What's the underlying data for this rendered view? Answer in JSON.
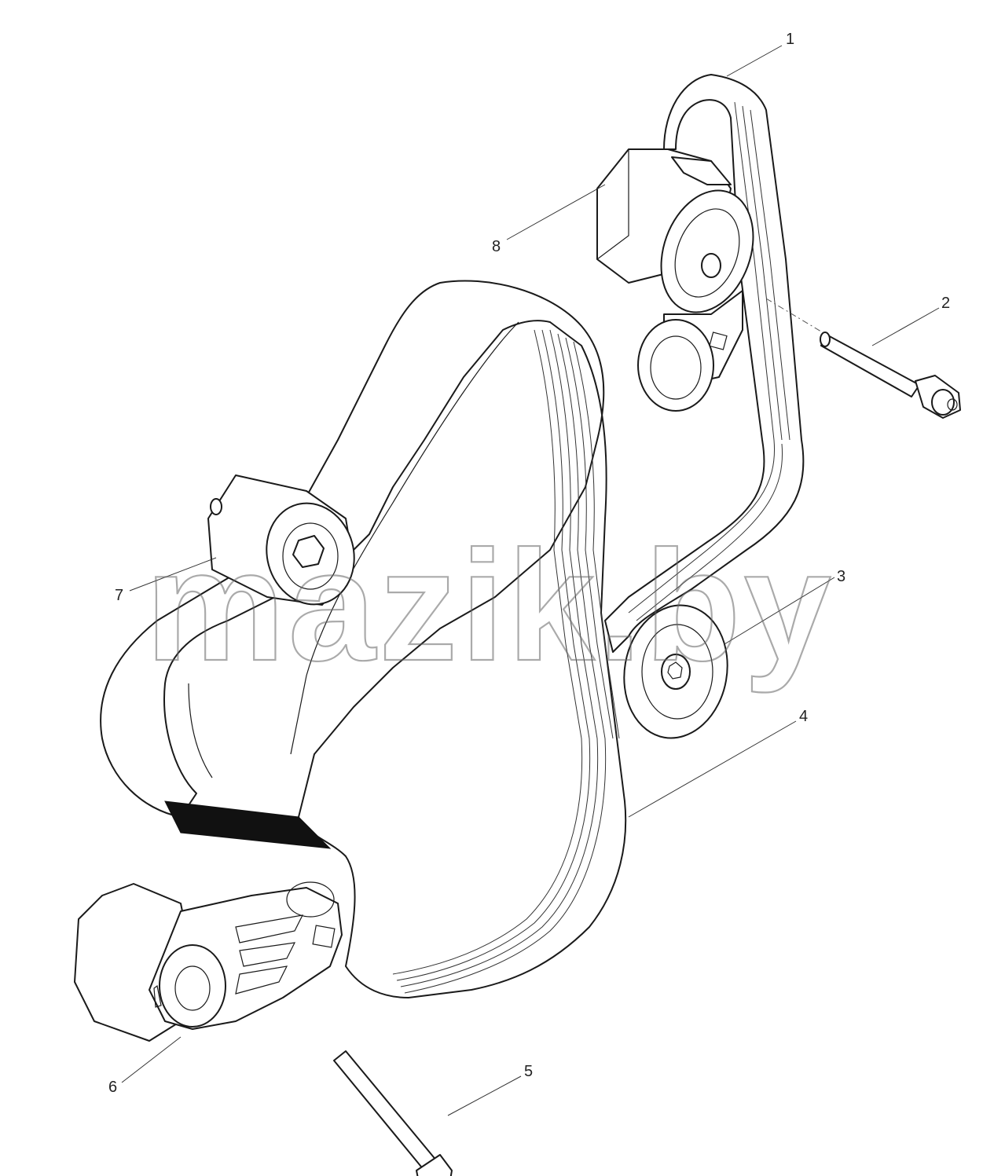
{
  "callouts": [
    {
      "id": "1",
      "label": "1"
    },
    {
      "id": "2",
      "label": "2"
    },
    {
      "id": "3",
      "label": "3"
    },
    {
      "id": "4",
      "label": "4"
    },
    {
      "id": "5",
      "label": "5"
    },
    {
      "id": "6",
      "label": "6"
    },
    {
      "id": "7",
      "label": "7"
    },
    {
      "id": "8",
      "label": "8"
    }
  ],
  "watermark": "mazik.by"
}
